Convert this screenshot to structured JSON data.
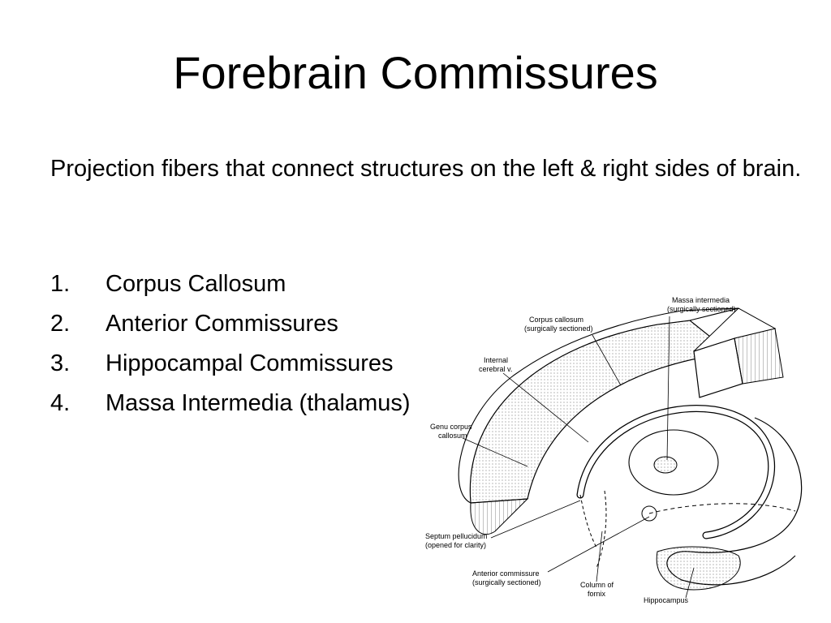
{
  "slide": {
    "title": "Forebrain Commissures",
    "intro": "Projection fibers that connect structures on the left & right sides of brain.",
    "list": [
      {
        "num": "1.",
        "text": "Corpus Callosum"
      },
      {
        "num": "2.",
        "text": "Anterior Commissures"
      },
      {
        "num": "3.",
        "text": "Hippocampal Commissures"
      },
      {
        "num": "4.",
        "text": "Massa Intermedia (thalamus)"
      }
    ]
  },
  "figure": {
    "labels": {
      "massa_1": "Massa intermedia",
      "massa_2": "(surgically sectioned)",
      "corpus_1": "Corpus callosum",
      "corpus_2": "(surgically sectioned)",
      "internal_1": "Internal",
      "internal_2": "cerebral v.",
      "genu_1": "Genu corpus",
      "genu_2": "callosum",
      "septum_1": "Septum pellucidum",
      "septum_2": "(opened for clarity)",
      "anterior_1": "Anterior commissure",
      "anterior_2": "(surgically sectioned)",
      "column_1": "Column of",
      "column_2": "fornix",
      "hippocampus": "Hippocampus"
    }
  }
}
